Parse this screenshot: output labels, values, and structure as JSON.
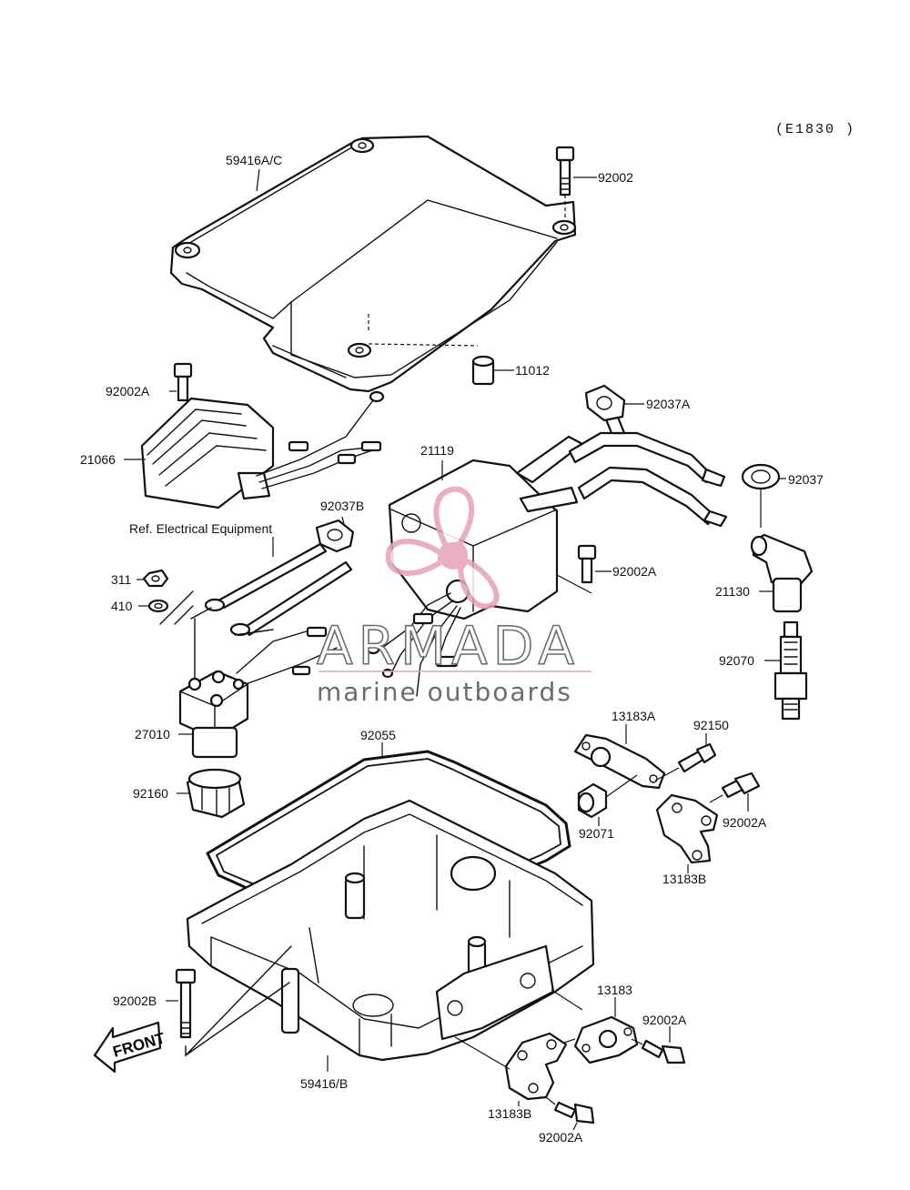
{
  "diagram": {
    "reference_code": "(E1830 )",
    "note": "Ref. Electrical Equipment",
    "front_label": "FRONT",
    "watermark": {
      "brand": "ARMADA",
      "tagline": "marine outboards",
      "logo_color": "#e6a0b8",
      "text_color": "#6c6c6c"
    },
    "labels": {
      "cover": "59416A/C",
      "bolt_top": "92002",
      "collar": "11012",
      "bolt_regulator": "92002A",
      "regulator": "21066",
      "clamp_a": "92037A",
      "coil_unit": "21119",
      "clamp": "92037",
      "clamp_b": "92037B",
      "nut": "311",
      "washer": "410",
      "bolt_coil": "92002A",
      "plug_cap": "21130",
      "spark_plug": "92070",
      "relay": "27010",
      "gasket": "92055",
      "plate_13183a": "13183A",
      "bolt_92150": "92150",
      "grommet_92160": "92160",
      "damper_92071": "92071",
      "bolt_right": "92002A",
      "plate_13183b_upper": "13183B",
      "bolt_92002b": "92002B",
      "plate_13183": "13183",
      "bolt_lower_right": "92002A",
      "case": "59416/B",
      "plate_13183b_lower": "13183B",
      "bolt_bottom": "92002A"
    }
  }
}
